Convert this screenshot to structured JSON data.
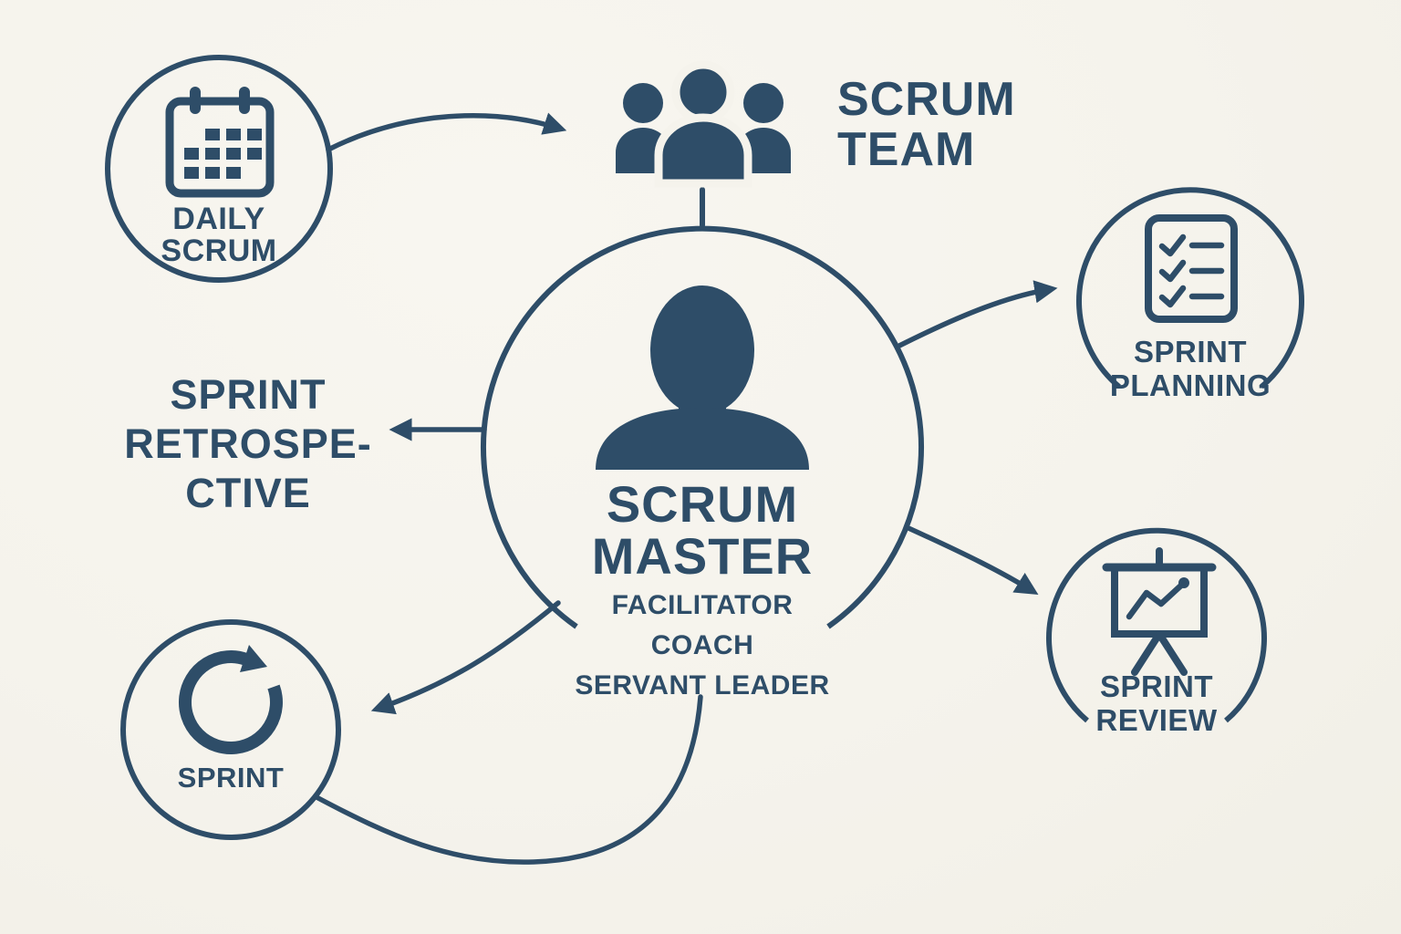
{
  "diagram": {
    "type": "scrum-process-diagram",
    "background_color": "#f5f3ec",
    "ink_color": "#2e4d68",
    "center": {
      "icon": "person-icon",
      "title_line1": "SCRUM",
      "title_line2": "MASTER",
      "roles": [
        "FACILITATOR",
        "COACH",
        "SERVANT LEADER"
      ]
    },
    "nodes": {
      "scrum_team": {
        "icon": "team-icon",
        "line1": "SCRUM",
        "line2": "TEAM"
      },
      "daily_scrum": {
        "icon": "calendar-icon",
        "line1": "DAILY",
        "line2": "SCRUM"
      },
      "sprint_planning": {
        "icon": "checklist-icon",
        "line1": "SPRINT",
        "line2": "PLANNING"
      },
      "sprint_review": {
        "icon": "presentation-chart-icon",
        "line1": "SPRINT",
        "line2": "REVIEW"
      },
      "sprint": {
        "icon": "cycle-arrow-icon",
        "label": "SPRINT"
      },
      "sprint_retrospective": {
        "line1": "SPRINT",
        "line2": "RETROSPE-",
        "line3": "CTIVE"
      }
    },
    "connections": [
      {
        "from": "daily_scrum",
        "to": "scrum_team",
        "arrow": true
      },
      {
        "from": "scrum_team",
        "to": "scrum_master",
        "arrow": false
      },
      {
        "from": "scrum_master",
        "to": "sprint_planning",
        "arrow": true
      },
      {
        "from": "scrum_master",
        "to": "sprint_retrospective",
        "arrow": true
      },
      {
        "from": "scrum_master",
        "to": "sprint_review",
        "arrow": true
      },
      {
        "from": "scrum_master",
        "to": "sprint",
        "arrow": true
      },
      {
        "from": "scrum_master",
        "to": "sprint",
        "arrow": false
      }
    ]
  }
}
